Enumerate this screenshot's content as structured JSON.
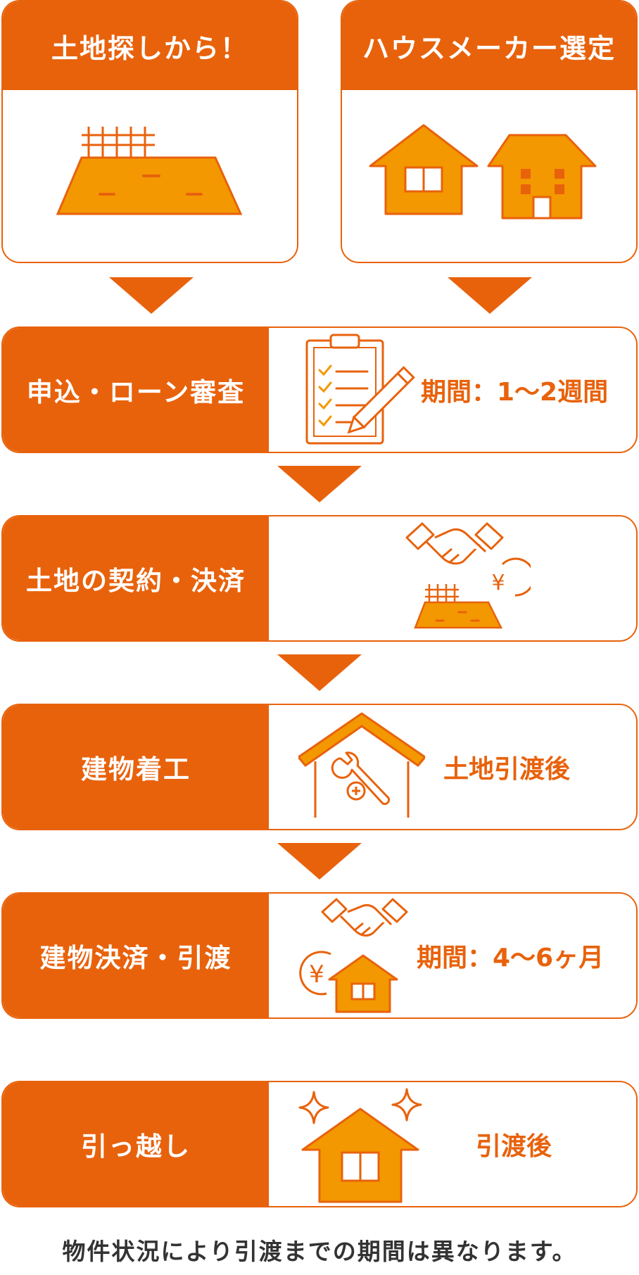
{
  "colors": {
    "accent": "#E8620C",
    "fill": "#F39800",
    "text": "#333333",
    "background": "#FFFFFF"
  },
  "top_boxes": [
    {
      "title": "土地探しから！",
      "icon": "land-plot-with-fence-icon"
    },
    {
      "title": "ハウスメーカー選定",
      "icon": "houses-icon"
    }
  ],
  "steps": [
    {
      "label": "申込・ローン審査",
      "icon": "clipboard-checklist-pencil-icon",
      "note": "期間：1〜2週間"
    },
    {
      "label": "土地の契約・決済",
      "icon": "handshake-land-yen-icon",
      "note": ""
    },
    {
      "label": "建物着工",
      "icon": "house-wrench-icon",
      "note": "土地引渡後"
    },
    {
      "label": "建物決済・引渡",
      "icon": "handshake-house-yen-icon",
      "note": "期間：4〜6ヶ月"
    },
    {
      "label": "引っ越し",
      "icon": "sparkling-house-icon",
      "note": "引渡後"
    }
  ],
  "footnote": "物件状況により引渡までの期間は異なります。"
}
